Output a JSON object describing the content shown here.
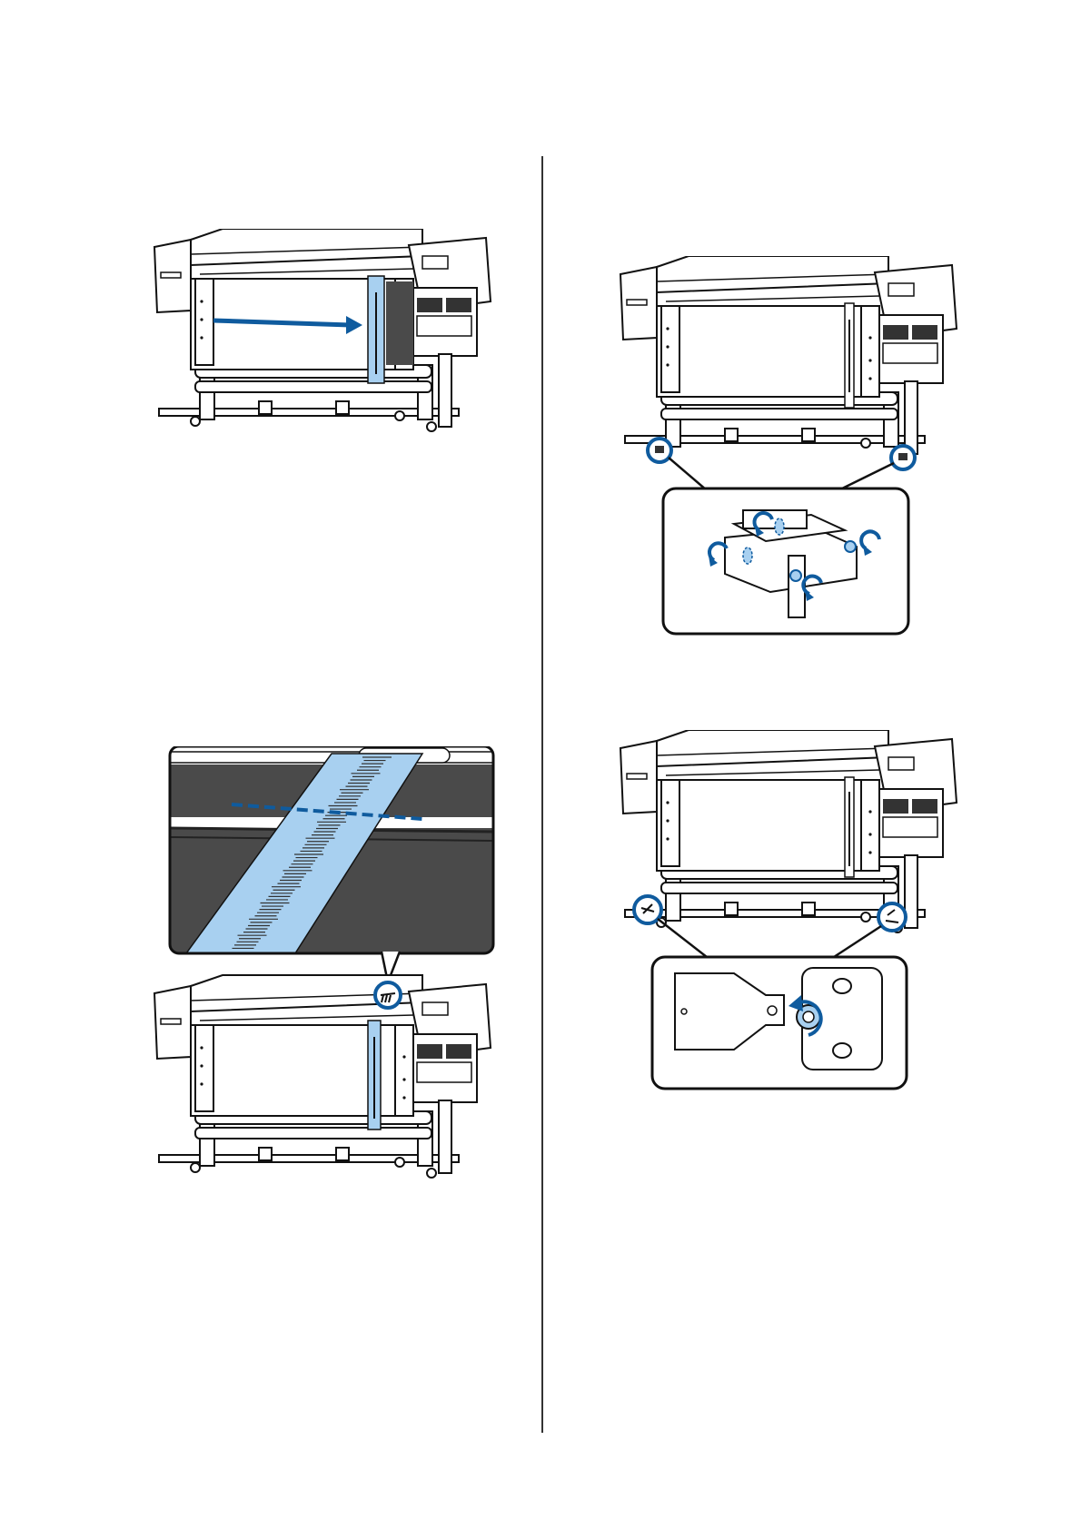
{
  "page": {
    "background": "#ffffff",
    "accent_blue": "#0f5b9e",
    "light_blue": "#a8d0f0",
    "media_dark": "#4a4a4a"
  },
  "figures": [
    {
      "id": "fig-media-pull",
      "description_icon": "printer-with-arrow"
    },
    {
      "id": "fig-clamp-removal",
      "description_icon": "printer-with-magnified-clamps"
    },
    {
      "id": "fig-cut-position",
      "description_icon": "printer-with-magnified-cut-line"
    },
    {
      "id": "fig-roll-core-lock",
      "description_icon": "printer-with-magnified-lock-knob"
    }
  ]
}
